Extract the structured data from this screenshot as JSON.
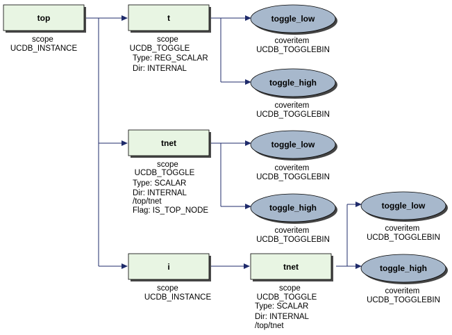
{
  "nodes": {
    "top": {
      "label": "top",
      "desc": [
        "scope",
        "UCDB_INSTANCE"
      ]
    },
    "t": {
      "label": "t",
      "desc": [
        "scope",
        "UCDB_TOGGLE",
        "Type: REG_SCALAR",
        "Dir: INTERNAL"
      ]
    },
    "t_low": {
      "label": "toggle_low",
      "desc": [
        "coveritem",
        "UCDB_TOGGLEBIN"
      ]
    },
    "t_high": {
      "label": "toggle_high",
      "desc": [
        "coveritem",
        "UCDB_TOGGLEBIN"
      ]
    },
    "tnet": {
      "label": "tnet",
      "desc": [
        "scope",
        "UCDB_TOGGLE",
        "Type: SCALAR",
        "Dir: INTERNAL",
        "/top/tnet",
        "Flag: IS_TOP_NODE"
      ]
    },
    "tnet_low": {
      "label": "toggle_low",
      "desc": [
        "coveritem",
        "UCDB_TOGGLEBIN"
      ]
    },
    "tnet_high": {
      "label": "toggle_high",
      "desc": [
        "coveritem",
        "UCDB_TOGGLEBIN"
      ]
    },
    "i": {
      "label": "i",
      "desc": [
        "scope",
        "UCDB_INSTANCE"
      ]
    },
    "i_tnet": {
      "label": "tnet",
      "desc": [
        "scope",
        "UCDB_TOGGLE",
        "Type: SCALAR",
        "Dir: INTERNAL",
        "/top/tnet"
      ]
    },
    "i_low": {
      "label": "toggle_low",
      "desc": [
        "coveritem",
        "UCDB_TOGGLEBIN"
      ]
    },
    "i_high": {
      "label": "toggle_high",
      "desc": [
        "coveritem",
        "UCDB_TOGGLEBIN"
      ]
    }
  }
}
